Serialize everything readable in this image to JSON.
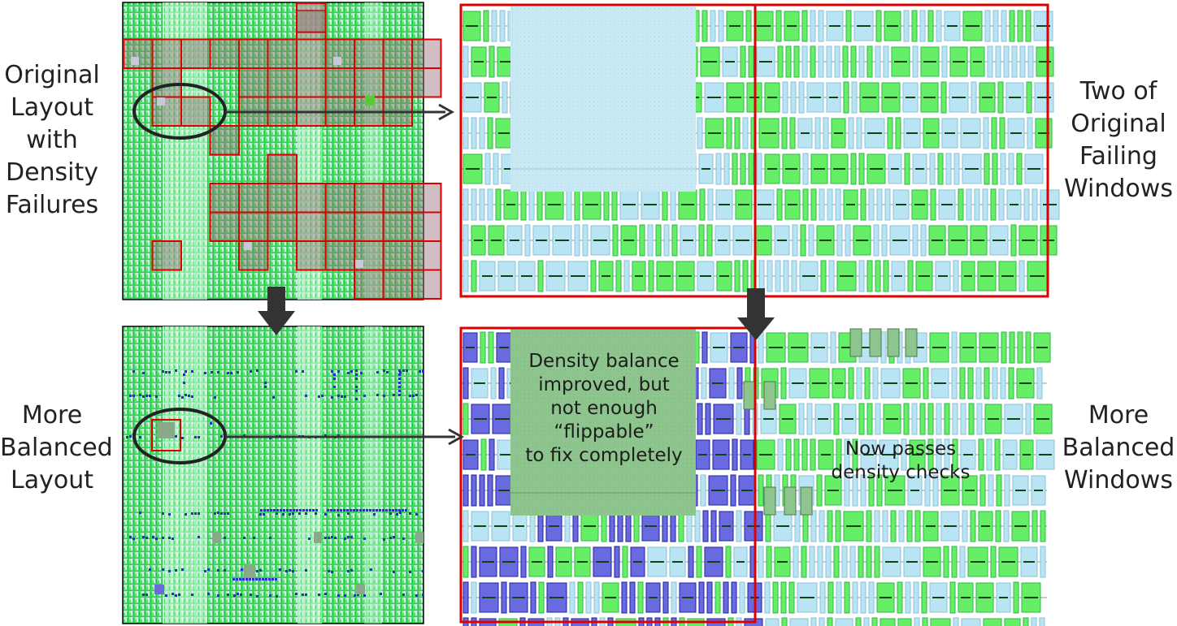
{
  "labels": {
    "original_layout": "Original\nLayout\nwith\nDensity\nFailures",
    "original_windows": "Two of\nOriginal\nFailing\nWindows",
    "balanced_layout": "More\nBalanced\nLayout",
    "balanced_windows": "More\nBalanced\nWindows"
  },
  "notes": {
    "left_window": "Density balance\nimproved, but\nnot enough\n“flippable”\nto fix completely",
    "right_window": "Now passes\ndensity checks"
  },
  "colors": {
    "cell_green": "#66ee66",
    "cell_blue_light": "#b8e4f4",
    "flipped_blue": "#5555dd",
    "failing_window": "#dd0000",
    "arrow": "#333333",
    "filler_region": "#c0e6f2",
    "balanced_region": "#8ec48e"
  }
}
